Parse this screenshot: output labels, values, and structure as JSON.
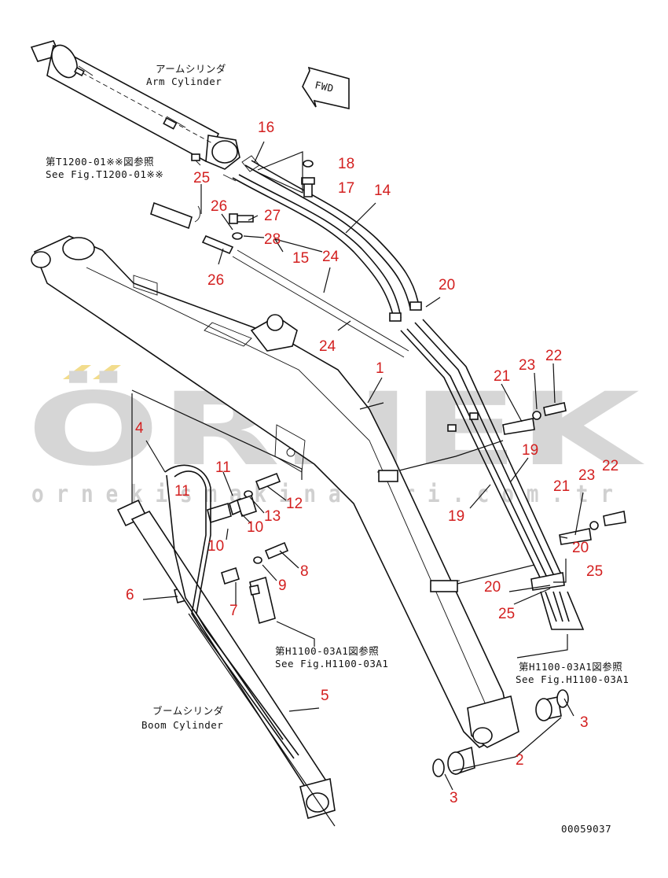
{
  "watermark": {
    "brand": "ÖRNEK",
    "url": "o r n e k i s m a k i n a l a r i . c o m . t r",
    "brand_color": "#d6d6d6",
    "accent_color": "#f2dc8c"
  },
  "drawing_number": "00059037",
  "fwd_label": "FWD",
  "notes": {
    "arm_cylinder_jp": "アームシリンダ",
    "arm_cylinder_en": "Arm Cylinder",
    "boom_cylinder_jp": "ブームシリンダ",
    "boom_cylinder_en": "Boom Cylinder",
    "see_t1200_jp": "第T1200-01※※図参照",
    "see_t1200_en": "See Fig.T1200-01※※",
    "see_h1100_a_jp": "第H1100-03A1図参照",
    "see_h1100_a_en": "See Fig.H1100-03A1",
    "see_h1100_b_jp": "第H1100-03A1図参照",
    "see_h1100_b_en": "See Fig.H1100-03A1"
  },
  "callouts": [
    "16",
    "18",
    "17",
    "14",
    "25",
    "26",
    "27",
    "28",
    "15",
    "24",
    "26",
    "20",
    "24",
    "1",
    "21",
    "23",
    "22",
    "19",
    "4",
    "11",
    "11",
    "12",
    "13",
    "10",
    "10",
    "19",
    "22",
    "23",
    "21",
    "20",
    "8",
    "9",
    "6",
    "7",
    "25",
    "20",
    "25",
    "5",
    "3",
    "2",
    "3"
  ],
  "colors": {
    "callout": "#d31f1f",
    "line": "#111111"
  }
}
